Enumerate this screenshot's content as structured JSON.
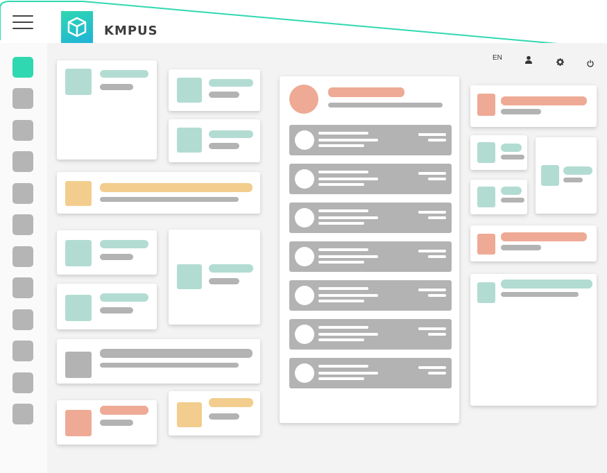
{
  "brand": {
    "name": "KMPUS",
    "logo_icon": "cube-icon",
    "accent": "#2fd8b0",
    "accent2": "#1fb2d8"
  },
  "header": {
    "menu_icon": "hamburger-menu-icon",
    "language": "EN",
    "icons": [
      "user-icon",
      "gear-icon",
      "power-icon"
    ]
  },
  "sidebar": {
    "item_count": 12,
    "active_index": 0,
    "colors": {
      "active": "#2fd8b0",
      "inactive": "#b5b5b5"
    }
  },
  "palette": {
    "green": "#b2dcd2",
    "grey": "#b3b3b3",
    "orange": "#eeaa95",
    "yellow": "#f2cd8d"
  }
}
